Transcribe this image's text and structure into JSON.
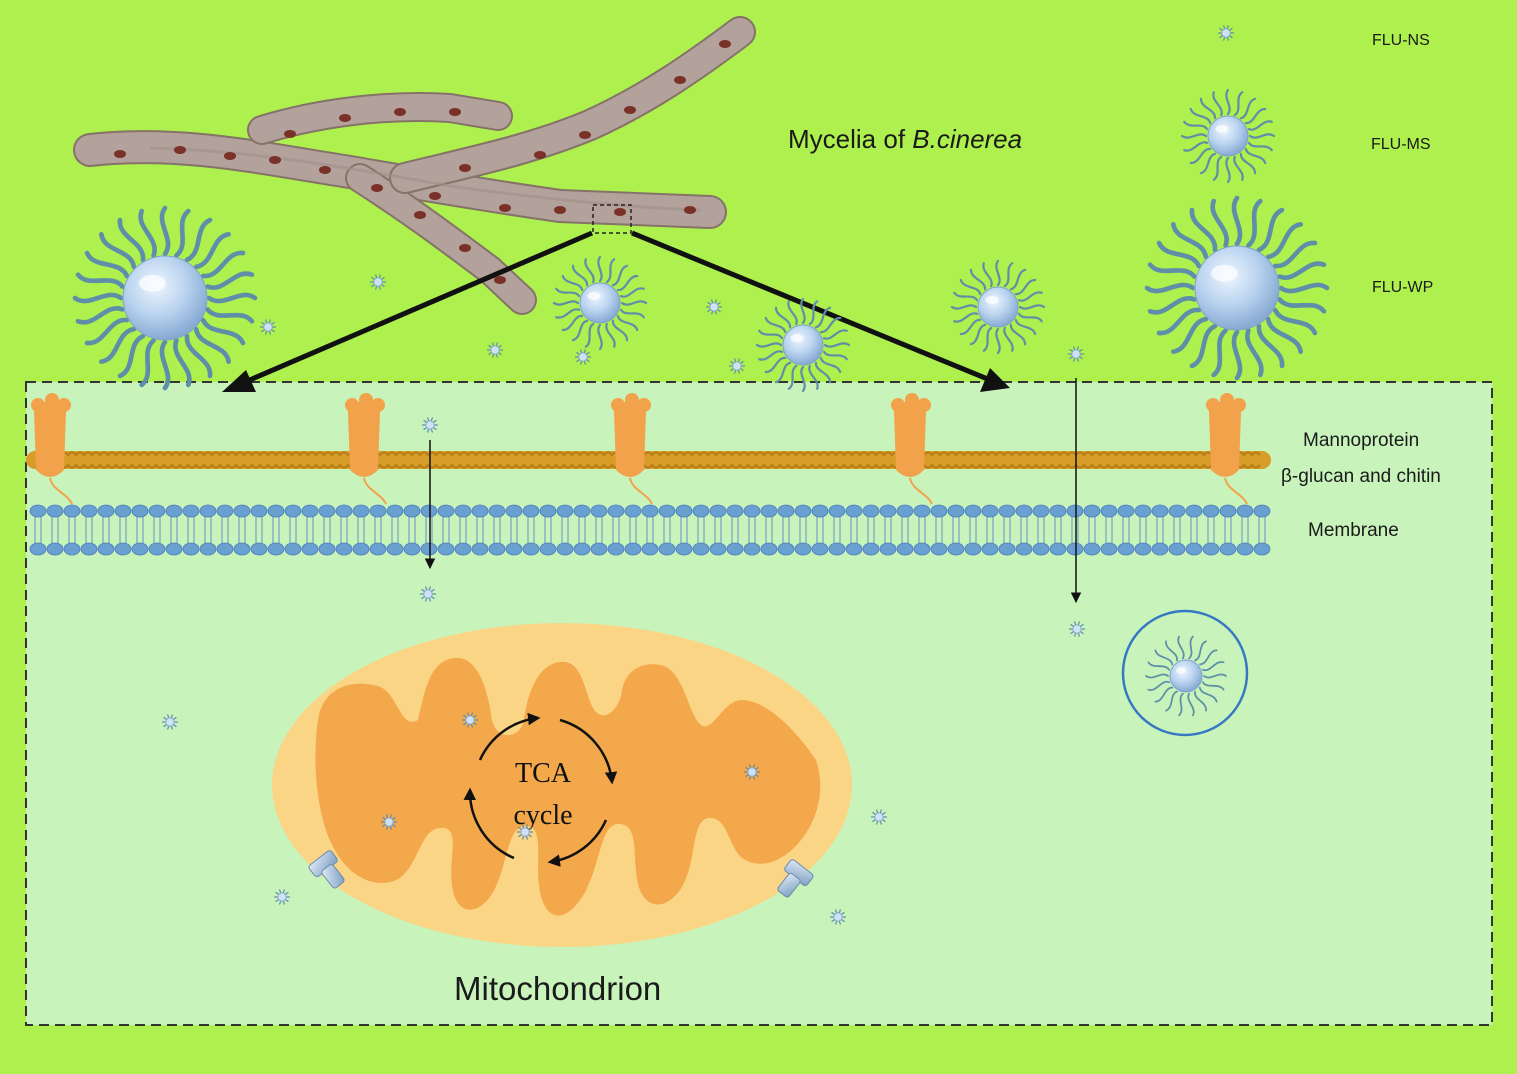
{
  "title": {
    "prefix": "Mycelia of ",
    "species": "B.cinerea"
  },
  "legend": [
    {
      "id": "ns",
      "label": "FLU-NS"
    },
    {
      "id": "ms",
      "label": "FLU-MS"
    },
    {
      "id": "wp",
      "label": "FLU-WP"
    }
  ],
  "cell_wall": {
    "mannoprotein": "Mannoprotein",
    "glucan_chitin": "β-glucan and chitin",
    "membrane": "Membrane"
  },
  "mitochondrion": {
    "label": "Mitochondrion",
    "cycle_line1": "TCA",
    "cycle_line2": "cycle"
  },
  "colors": {
    "background": "#aef04e",
    "cell_interior": "#c8f4bc",
    "hypha": "#b3a29c",
    "hypha_nucleus": "#7a3228",
    "mannoprotein": "#f3a24c",
    "glucan_chitin": "#d89c28",
    "membrane_head": "#6a9fd2",
    "mito_outer": "#fbd586",
    "mito_inner": "#f3a84c",
    "micelle_tail": "#5f8fa8",
    "micelle_core": "#b9d3ef"
  }
}
